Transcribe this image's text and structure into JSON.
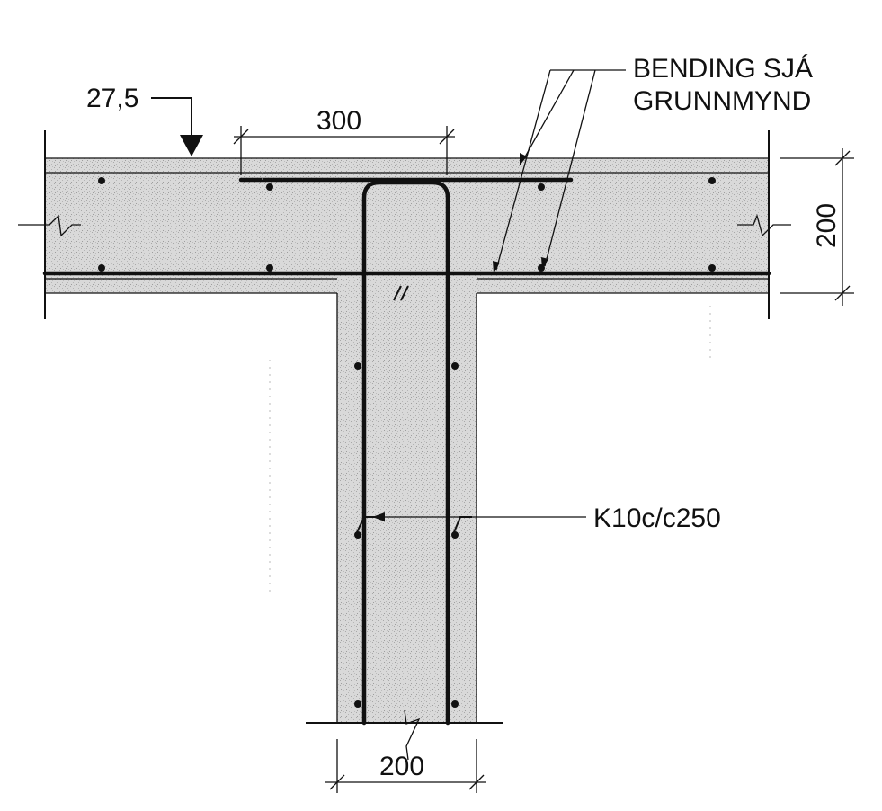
{
  "labels": {
    "cover_dimension": "27,5",
    "lap_length": "300",
    "slab_thickness": "200",
    "wall_thickness": "200",
    "reinforcement_note_line1": "BENDING SJÁ",
    "reinforcement_note_line2": "GRUNNMYND",
    "stirrup_spec": "K10c/c250"
  },
  "colors": {
    "concrete_fill": "#d7d7d7",
    "line": "#111111"
  }
}
